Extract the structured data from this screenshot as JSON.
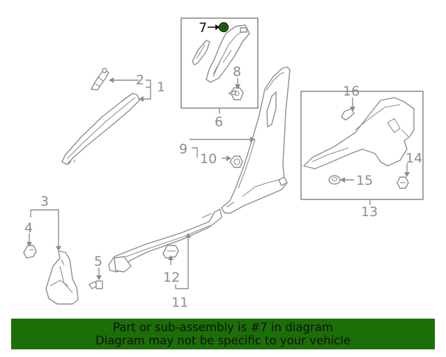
{
  "colors": {
    "banner_bg": "#1c6e06",
    "line": "#8c8c8c",
    "highlight_part": "#1c6e06",
    "highlight_label": "#111111"
  },
  "callouts": {
    "c1": "1",
    "c2": "2",
    "c3": "3",
    "c4": "4",
    "c5": "5",
    "c6": "6",
    "c7": "7",
    "c8": "8",
    "c9": "9",
    "c10": "10",
    "c11": "11",
    "c12": "12",
    "c13": "13",
    "c14": "14",
    "c15": "15",
    "c16": "16"
  },
  "highlighted_part": "7",
  "banner": {
    "line1": "Part or sub-assembly is #7 in diagram",
    "line2": "Diagram may not be specific to your vehicle"
  }
}
